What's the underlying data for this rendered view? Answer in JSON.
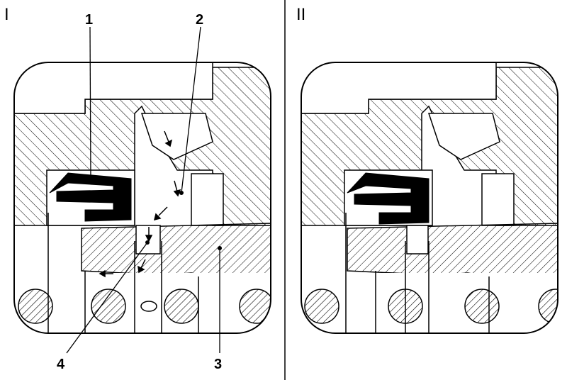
{
  "panels": [
    {
      "id": "I",
      "label": "I"
    },
    {
      "id": "II",
      "label": "II"
    }
  ],
  "callouts": [
    "1",
    "2",
    "3",
    "4"
  ],
  "colors": {
    "line": "#000000",
    "background": "#ffffff",
    "seal": "#000000"
  }
}
